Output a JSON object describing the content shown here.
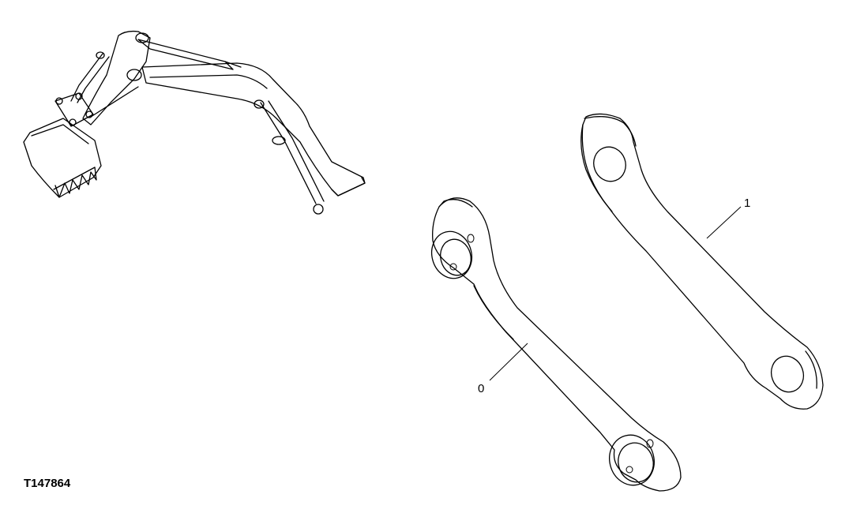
{
  "figure_id": "T147864",
  "callouts": [
    {
      "label": "0"
    },
    {
      "label": "1"
    }
  ]
}
